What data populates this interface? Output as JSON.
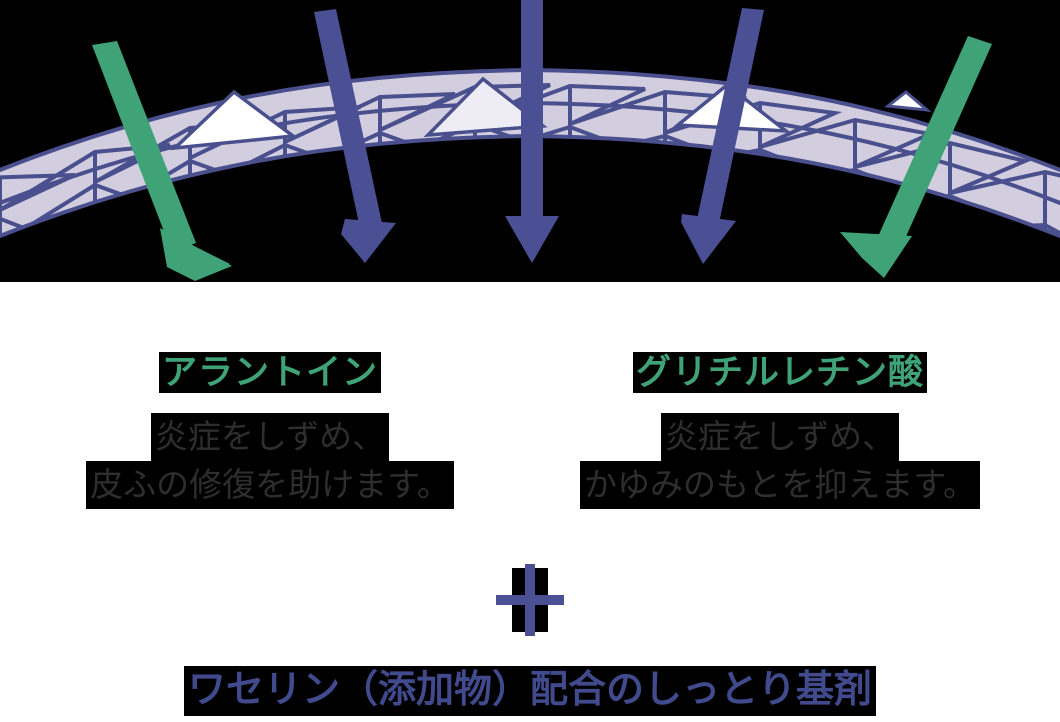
{
  "colors": {
    "green": "#3fa377",
    "navy": "#4a5093",
    "band_fill": "#d2cee0",
    "band_line": "#4a4f8d",
    "spike_white": "#ffffff",
    "spike_white_soft": "#eeedf5",
    "text_dark": "#2e2e2e",
    "highlight_bg": "#000000",
    "base_text": "#414a8c"
  },
  "illustration": {
    "name": "skin-barrier-arch-with-penetrating-arrows",
    "band_label": "skin-barrier-band",
    "arrows": [
      {
        "id": "arrow-green-left",
        "color": "#3fa377",
        "kind": "diagonal-green"
      },
      {
        "id": "arrow-navy-1",
        "color": "#4a5093",
        "kind": "diagonal-navy"
      },
      {
        "id": "arrow-navy-center",
        "color": "#4a5093",
        "kind": "vertical-navy"
      },
      {
        "id": "arrow-navy-2",
        "color": "#4a5093",
        "kind": "vertical-navy"
      },
      {
        "id": "arrow-green-right",
        "color": "#3fa377",
        "kind": "diagonal-green"
      }
    ],
    "spikes": 5
  },
  "ingredients": [
    {
      "name": "アラントイン",
      "description_lines": [
        "炎症をしずめ、",
        "皮ふの修復を助けます。"
      ]
    },
    {
      "name": "グリチルレチン酸",
      "description_lines": [
        "炎症をしずめ、",
        "かゆみのもとを抑えます。"
      ]
    }
  ],
  "plus": {
    "symbol": "+",
    "label": "plus-sign"
  },
  "base": {
    "text": "ワセリン（添加物）配合のしっとり基剤"
  }
}
